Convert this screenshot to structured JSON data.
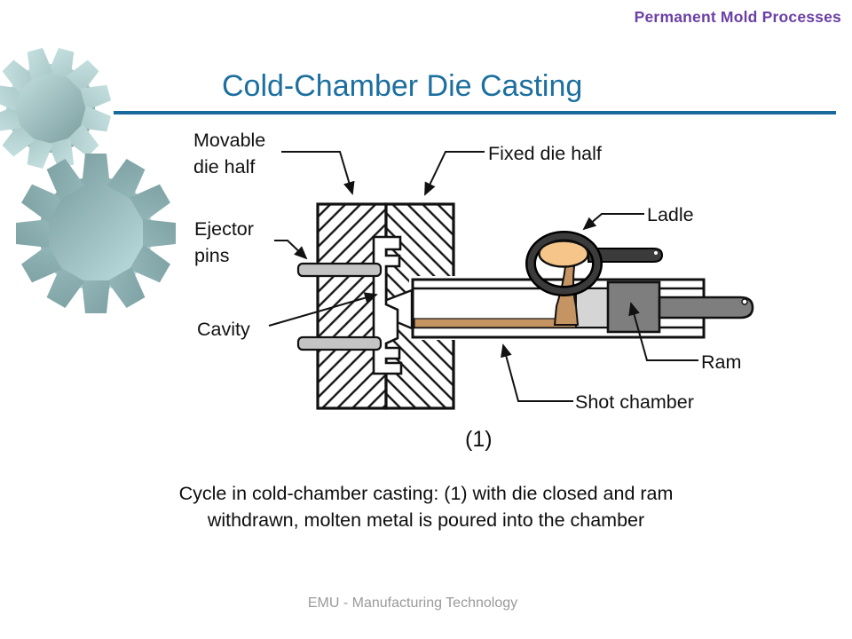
{
  "header": {
    "text": "Permanent Mold Processes"
  },
  "title": {
    "text": "Cold-Chamber Die Casting"
  },
  "diagram": {
    "labels": {
      "movable_l1": "Movable",
      "movable_l2": "die half",
      "fixed": "Fixed die half",
      "ejector_l1": "Ejector",
      "ejector_l2": "pins",
      "cavity": "Cavity",
      "ladle": "Ladle",
      "ram": "Ram",
      "shot_chamber": "Shot chamber",
      "figure_number": "(1)"
    },
    "colors": {
      "molten_metal": "#f5c58a",
      "pour_stream": "#c49463",
      "ram": "#7e7e7e",
      "spreader_block": "#d5d5d5",
      "ejector_pin": "#c4c4c4",
      "ladle_body": "#3b3b3b",
      "outline": "#111111"
    }
  },
  "caption": {
    "line1": "Cycle in cold-chamber casting: (1) with die closed and ram",
    "line2": "withdrawn, molten metal is poured into the chamber"
  },
  "footer": {
    "text": "EMU - Manufacturing Technology"
  },
  "theme": {
    "title_color": "#1c6f9f",
    "header_color": "#6b3fa6",
    "underline_color": "#19699c",
    "gear_light": "#d9f2f1",
    "gear_dark": "#5f8487",
    "footer_color": "#9a9a9a"
  }
}
